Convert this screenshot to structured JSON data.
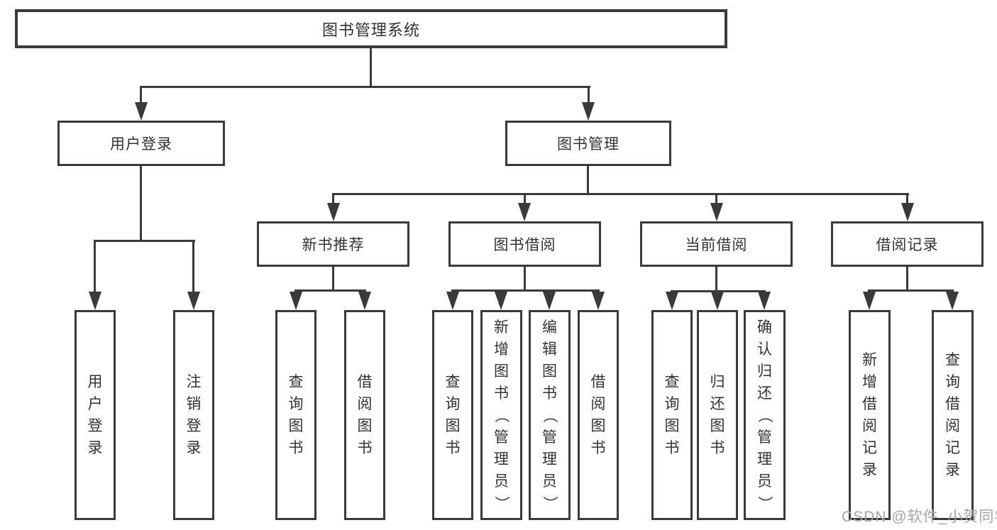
{
  "diagram": {
    "root": "图书管理系统",
    "level2": {
      "user_login": "用户登录",
      "book_management": "图书管理"
    },
    "level3": {
      "new_book_recommend": "新书推荐",
      "book_borrow": "图书借阅",
      "current_borrow": "当前借阅",
      "borrow_records": "借阅记录"
    },
    "leaves": {
      "user_login_leaf": "用户登录",
      "logout": "注销登录",
      "nb_query": "查询图书",
      "nb_borrow": "借阅图书",
      "bb_query": "查询图书",
      "bb_add": "新增图书（管理员）",
      "bb_edit": "编辑图书（管理员）",
      "bb_borrow": "借阅图书",
      "cb_query": "查询图书",
      "cb_return": "归还图书",
      "cb_confirm": "确认归还（管理员）",
      "br_add": "新增借阅记录",
      "br_query": "查询借阅记录"
    },
    "watermark": "CSDN @软件_小贺同学",
    "colors": {
      "line": "#3a3a3a",
      "text": "#333333",
      "watermark": "#a6a6a6"
    }
  }
}
